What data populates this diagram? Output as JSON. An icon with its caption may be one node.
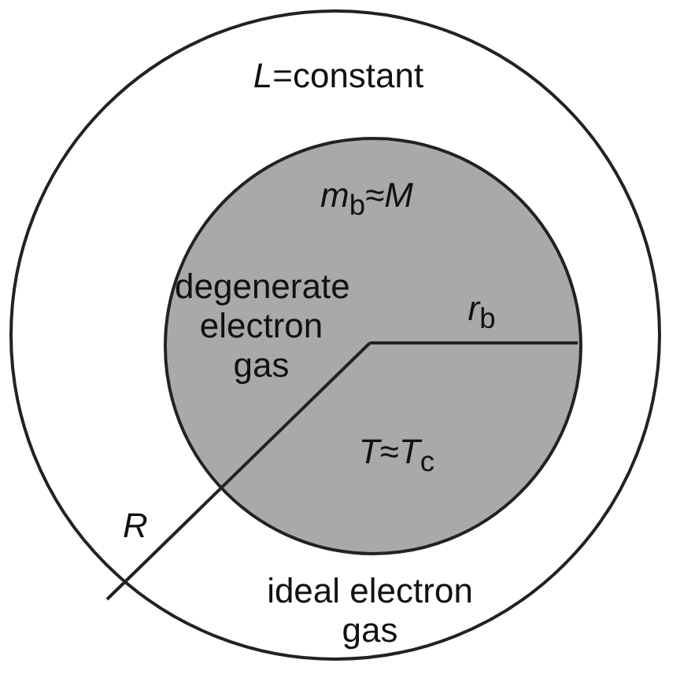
{
  "diagram": {
    "nodes": [
      {
        "text": [
          "*L*=constant",
          "ideal electron gas"
        ]
      },
      {
        "text": [
          "*m*$_{b}$≈*M*",
          "degenerate electron gas",
          "*T*≈*T*$_{c}$"
        ],
        "in": 0
      }
    ],
    "labels": [
      "*r*$_{b}$",
      "R"
    ]
  }
}
